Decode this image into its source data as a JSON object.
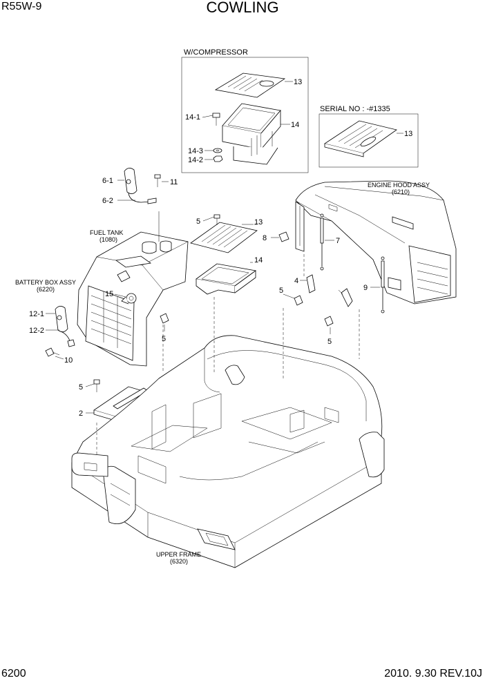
{
  "header": {
    "model": "R55W-9",
    "title": "COWLING"
  },
  "footer": {
    "page": "6200",
    "date_rev": "2010. 9.30  REV.10J"
  },
  "boxes": {
    "compressor": {
      "title": "W/COMPRESSOR"
    },
    "serial": {
      "title": "SERIAL NO : -#1335"
    }
  },
  "assemblies": {
    "engine_hood": {
      "name": "ENGINE HOOD ASSY",
      "ref": "(6210)"
    },
    "fuel_tank": {
      "name": "FUEL TANK",
      "ref": "(1080)"
    },
    "battery_box": {
      "name": "BATTERY BOX ASSY",
      "ref": "(6220)"
    },
    "upper_frame": {
      "name": "UPPER FRAME",
      "ref": "(6320)"
    }
  },
  "callouts": {
    "c13_compressor": "13",
    "c14_1": "14-1",
    "c14_compressor": "14",
    "c14_3": "14-3",
    "c14_2": "14-2",
    "c13_serial": "13",
    "c6_1": "6-1",
    "c11": "11",
    "c6_2": "6-2",
    "c5_cover": "5",
    "c13_cover": "13",
    "c8": "8",
    "c7": "7",
    "c14_cover": "14",
    "c4": "4",
    "c5_bracket": "5",
    "c9": "9",
    "c15": "15",
    "c5_right": "5",
    "c12_1": "12-1",
    "c12_2": "12-2",
    "c5_left": "5",
    "c10": "10",
    "c5_plate": "5",
    "c2": "2"
  }
}
